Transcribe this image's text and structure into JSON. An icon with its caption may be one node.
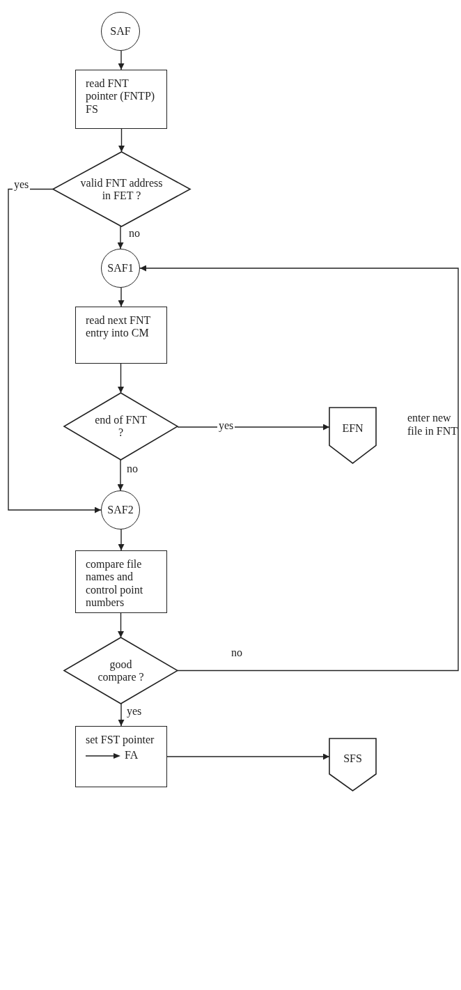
{
  "diagram": {
    "nodes": [
      {
        "text": [
          "SAF"
        ]
      },
      {
        "text": [
          "read FNT pointer (FNTP) FS"
        ]
      },
      {
        "text": [
          "valid FNT address in FET ?"
        ]
      },
      {
        "text": [
          "SAF1"
        ]
      },
      {
        "text": [
          "read next FNT entry into CM"
        ]
      },
      {
        "text": [
          "end of FNT ?"
        ]
      },
      {
        "text": [
          "EFN"
        ],
        "beside": [
          "enter new file in FNT"
        ]
      },
      {
        "text": [
          "SAF2"
        ]
      },
      {
        "text": [
          "compare file names and control point numbers"
        ]
      },
      {
        "text": [
          "good compare ?"
        ]
      },
      {
        "text": [
          "set FST pointer",
          "FA"
        ]
      },
      {
        "text": [
          "SFS"
        ]
      }
    ],
    "edges": [
      {
        "from": 0,
        "to": 1,
        "arrow": "to"
      },
      {
        "from": 1,
        "to": 2,
        "arrow": "to"
      },
      {
        "from": 2,
        "to": 3,
        "arrow": "to",
        "label": "no"
      },
      {
        "from": 2,
        "to": 7,
        "arrow": "to",
        "label": "yes"
      },
      {
        "from": 3,
        "to": 4,
        "arrow": "to"
      },
      {
        "from": 4,
        "to": 5,
        "arrow": "to"
      },
      {
        "from": 5,
        "to": 6,
        "arrow": "to",
        "label": "yes"
      },
      {
        "from": 5,
        "to": 7,
        "arrow": "to",
        "label": "no"
      },
      {
        "from": 7,
        "to": 8,
        "arrow": "to"
      },
      {
        "from": 8,
        "to": 9,
        "arrow": "to"
      },
      {
        "from": 9,
        "to": 3,
        "arrow": "to",
        "label": "no"
      },
      {
        "from": 9,
        "to": 10,
        "arrow": "to",
        "label": "yes"
      },
      {
        "from": 10,
        "to": 11,
        "arrow": "to"
      }
    ]
  }
}
